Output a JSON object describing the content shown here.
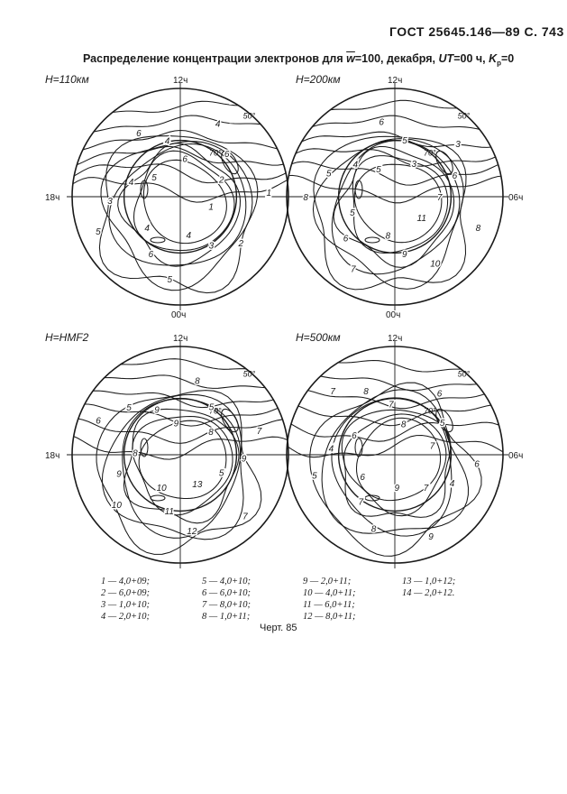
{
  "header": {
    "standard": "ГОСТ 25645.146—89 С. 743"
  },
  "title": {
    "prefix": "Распределение концентрации электронов для ",
    "w_symbol": "w",
    "w_value": "=100, декабря, ",
    "ut_label": "UT",
    "ut_value": "=00 ч, ",
    "kp_label": "K",
    "kp_sub": "p",
    "kp_value": "=0"
  },
  "panels": [
    {
      "height_label": "H=110км",
      "top": "12ч",
      "bottom": "00ч",
      "left": "18ч",
      "right": "",
      "lat": "50°",
      "pole_lat": "70°",
      "contours": [
        "1",
        "2",
        "3",
        "4",
        "5",
        "6",
        "4",
        "5",
        "3",
        "4",
        "5",
        "6",
        "4",
        "6",
        "4",
        "6",
        "2",
        "1"
      ]
    },
    {
      "height_label": "H=200км",
      "top": "12ч",
      "bottom": "00ч",
      "left": "",
      "right": "06ч",
      "lat": "50°",
      "pole_lat": "70°",
      "contours": [
        "11",
        "10",
        "9",
        "8",
        "7",
        "6",
        "5",
        "8",
        "5",
        "4",
        "5",
        "6",
        "5",
        "3",
        "3",
        "6",
        "7",
        "8"
      ]
    },
    {
      "height_label": "H=HMF2",
      "top": "12ч",
      "bottom": "00ч",
      "left": "18ч",
      "right": "",
      "lat": "50°",
      "pole_lat": "70°",
      "contours": [
        "13",
        "12",
        "11",
        "10",
        "10",
        "9",
        "8",
        "6",
        "5",
        "9",
        "9",
        "8",
        "5",
        "8",
        "7",
        "9",
        "5",
        "7"
      ]
    },
    {
      "height_label": "H=500км",
      "top": "12ч",
      "bottom": "00ч",
      "left": "",
      "right": "06ч",
      "lat": "50°",
      "pole_lat": "70°",
      "contours": [
        "9",
        "8",
        "7",
        "6",
        "5",
        "4",
        "6",
        "7",
        "8",
        "7",
        "8",
        "6",
        "5",
        "7",
        "6",
        "4",
        "7",
        "9"
      ]
    }
  ],
  "legend": {
    "col1": [
      "1 — 4,0+09;",
      "2 — 6,0+09;",
      "3 — 1,0+10;",
      "4 — 2,0+10;"
    ],
    "col2": [
      "5 — 4,0+10;",
      "6 — 6,0+10;",
      "7 — 8,0+10;",
      "8 — 1,0+11;"
    ],
    "col3": [
      "9 — 2,0+11;",
      "10 — 4,0+11;",
      "11 — 6,0+11;",
      "12 — 8,0+11;"
    ],
    "col4": [
      "13 — 1,0+12;",
      "14 — 2,0+12."
    ]
  },
  "caption": "Черт. 85"
}
